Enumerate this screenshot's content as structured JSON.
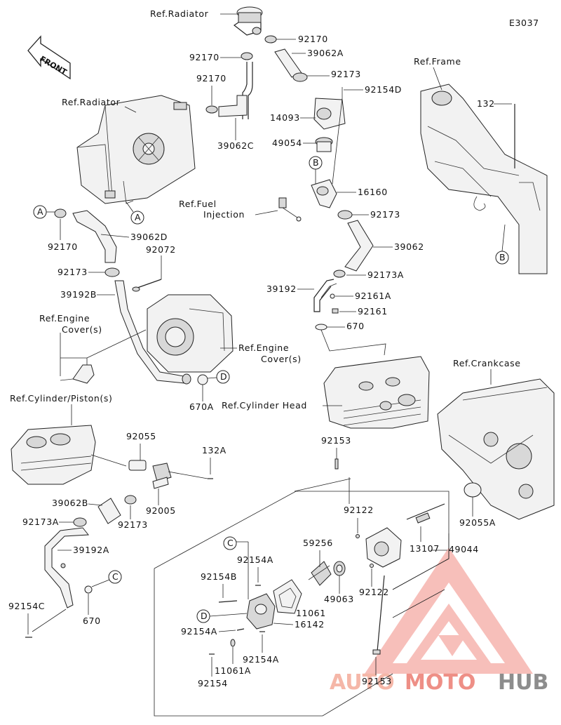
{
  "diagram_code": "E3037",
  "front_label": "FRONT",
  "refs": {
    "radiator_top": "Ref.Radiator",
    "radiator_left": "Ref.Radiator",
    "frame": "Ref.Frame",
    "fuel_injection_1": "Ref.Fuel",
    "fuel_injection_2": "Injection",
    "engine_cover_left_1": "Ref.Engine",
    "engine_cover_left_2": "Cover(s)",
    "engine_cover_right_1": "Ref.Engine",
    "engine_cover_right_2": "Cover(s)",
    "cylinder_piston": "Ref.Cylinder/Piston(s)",
    "cylinder_head": "Ref.Cylinder Head",
    "crankcase": "Ref.Crankcase"
  },
  "tags": {
    "a": "A",
    "b": "B",
    "c": "C",
    "d": "D"
  },
  "parts": {
    "p92170_a": "92170",
    "p92170_b": "92170",
    "p92170_c": "92170",
    "p92170_d": "92170",
    "p39062A": "39062A",
    "p92173_a": "92173",
    "p92154D": "92154D",
    "p14093": "14093",
    "p39062C": "39062C",
    "p49054": "49054",
    "p16160": "16160",
    "p92173_b": "92173",
    "p39062D": "39062D",
    "p92072": "92072",
    "p92173_c": "92173",
    "p39192B": "39192B",
    "p39062": "39062",
    "p92173A": "92173A",
    "p39192": "39192",
    "p92161A": "92161A",
    "p92161": "92161",
    "p670": "670",
    "p670A": "670A",
    "p132": "132",
    "p92055": "92055",
    "p132A": "132A",
    "p39062B": "39062B",
    "p92005": "92005",
    "p92173A_b": "92173A",
    "p92173_d": "92173",
    "p39192A": "39192A",
    "p92154C": "92154C",
    "p670_b": "670",
    "p92153_a": "92153",
    "p92122_a": "92122",
    "p92055A": "92055A",
    "p13107": "13107",
    "p49044": "49044",
    "p59256": "59256",
    "p92154A_a": "92154A",
    "p92154B": "92154B",
    "p49063": "49063",
    "p92122_b": "92122",
    "p11061": "11061",
    "p16142": "16142",
    "p92154A_b": "92154A",
    "p92154A_c": "92154A",
    "p11061A": "11061A",
    "p92154": "92154",
    "p92153_b": "92153"
  },
  "watermark": {
    "part1": "AUTO",
    "part2": "MOTO",
    "part3": "HUB",
    "color_main": "#e53935",
    "color_alt": "#f4a9a0",
    "color_dark": "#333333"
  }
}
